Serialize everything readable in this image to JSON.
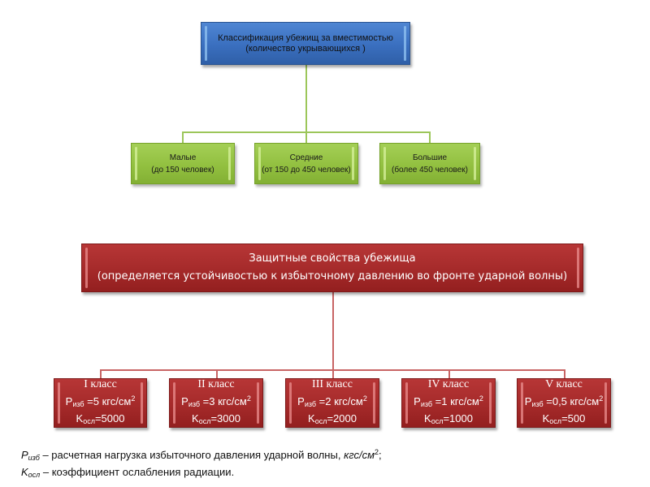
{
  "capacity_classification": {
    "title": "Классификация убежищ за вместимостью",
    "subtitle": "(количество укрывающихся )",
    "categories": [
      {
        "name": "Малые",
        "range": "(до 150 человек)"
      },
      {
        "name": "Средние",
        "range": "(от 150 до 450 человек)"
      },
      {
        "name": "Большие",
        "range": "(более 450 человек)"
      }
    ]
  },
  "protective_properties": {
    "title": "Защитные свойства убежища",
    "subtitle": "(определяется устойчивостью к избыточному давлению во фронте ударной волны)",
    "classes": [
      {
        "label": "I  класс",
        "p_symbol": "P",
        "p_sub": "изб",
        "p_value": " =5 кгс/см",
        "p_sup": "2",
        "k_symbol": "K",
        "k_sub": "осл",
        "k_value": "=5000"
      },
      {
        "label": "II  класс",
        "p_symbol": "P",
        "p_sub": "изб",
        "p_value": " =3 кгс/см",
        "p_sup": "2",
        "k_symbol": "K",
        "k_sub": "осл",
        "k_value": "=3000"
      },
      {
        "label": "III класс",
        "p_symbol": "P",
        "p_sub": "изб",
        "p_value": " =2 кгс/см",
        "p_sup": "2",
        "k_symbol": "K",
        "k_sub": "осл",
        "k_value": "=2000"
      },
      {
        "label": "IV класс",
        "p_symbol": "P",
        "p_sub": "изб",
        "p_value": " =1 кгс/см",
        "p_sup": "2",
        "k_symbol": "K",
        "k_sub": "осл",
        "k_value": "=1000"
      },
      {
        "label": "V класс",
        "p_symbol": "P",
        "p_sub": "изб",
        "p_value": " =0,5 кгс/см",
        "p_sup": "2",
        "k_symbol": "K",
        "k_sub": "осл",
        "k_value": "=500"
      }
    ]
  },
  "legend": {
    "p_symbol": "P",
    "p_sub": "изб",
    "p_text": " – расчетная нагрузка избыточного давления ударной волны, ",
    "p_unit": "кгс/см",
    "p_unit_sup": "2",
    "p_end": ";",
    "k_symbol": "K",
    "k_sub": "осл",
    "k_text": " – коэффициент ослабления радиации."
  },
  "colors": {
    "capacity_root": "#3a6fbf",
    "capacity_children": "#92c040",
    "protection_boxes": "#a52a2a",
    "green_connector": "#9cc65a",
    "red_connector": "#c86464"
  }
}
